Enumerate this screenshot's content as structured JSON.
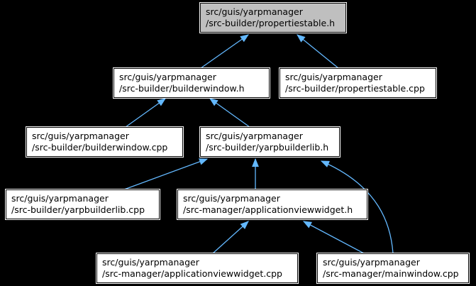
{
  "diagram": {
    "type": "include-dependency-graph",
    "colors": {
      "background": "#000000",
      "edge": "#63b8ff",
      "node_fill": "#ffffff",
      "highlight_fill": "#bfbfbf",
      "border": "#000000",
      "outline": "#ffffff",
      "text": "#000000"
    },
    "nodes": [
      {
        "id": "propertiestable-h",
        "line1": "src/guis/yarpmanager",
        "line2": "/src-builder/propertiestable.h",
        "highlighted": true
      },
      {
        "id": "builderwindow-h",
        "line1": "src/guis/yarpmanager",
        "line2": "/src-builder/builderwindow.h",
        "highlighted": false
      },
      {
        "id": "propertiestable-cpp",
        "line1": "src/guis/yarpmanager",
        "line2": "/src-builder/propertiestable.cpp",
        "highlighted": false
      },
      {
        "id": "builderwindow-cpp",
        "line1": "src/guis/yarpmanager",
        "line2": "/src-builder/builderwindow.cpp",
        "highlighted": false
      },
      {
        "id": "yarpbuilderlib-h",
        "line1": "src/guis/yarpmanager",
        "line2": "/src-builder/yarpbuilderlib.h",
        "highlighted": false
      },
      {
        "id": "yarpbuilderlib-cpp",
        "line1": "src/guis/yarpmanager",
        "line2": "/src-builder/yarpbuilderlib.cpp",
        "highlighted": false
      },
      {
        "id": "applicationviewwidget-h",
        "line1": "src/guis/yarpmanager",
        "line2": "/src-manager/applicationviewwidget.h",
        "highlighted": false
      },
      {
        "id": "applicationviewwidget-cpp",
        "line1": "src/guis/yarpmanager",
        "line2": "/src-manager/applicationviewwidget.cpp",
        "highlighted": false
      },
      {
        "id": "mainwindow-cpp",
        "line1": "src/guis/yarpmanager",
        "line2": "/src-manager/mainwindow.cpp",
        "highlighted": false
      }
    ],
    "edges": [
      {
        "from": "builderwindow-h",
        "to": "propertiestable-h"
      },
      {
        "from": "propertiestable-cpp",
        "to": "propertiestable-h"
      },
      {
        "from": "builderwindow-cpp",
        "to": "builderwindow-h"
      },
      {
        "from": "yarpbuilderlib-h",
        "to": "builderwindow-h"
      },
      {
        "from": "yarpbuilderlib-cpp",
        "to": "yarpbuilderlib-h"
      },
      {
        "from": "applicationviewwidget-h",
        "to": "yarpbuilderlib-h"
      },
      {
        "from": "mainwindow-cpp",
        "to": "yarpbuilderlib-h"
      },
      {
        "from": "applicationviewwidget-cpp",
        "to": "applicationviewwidget-h"
      },
      {
        "from": "mainwindow-cpp",
        "to": "applicationviewwidget-h"
      }
    ]
  }
}
